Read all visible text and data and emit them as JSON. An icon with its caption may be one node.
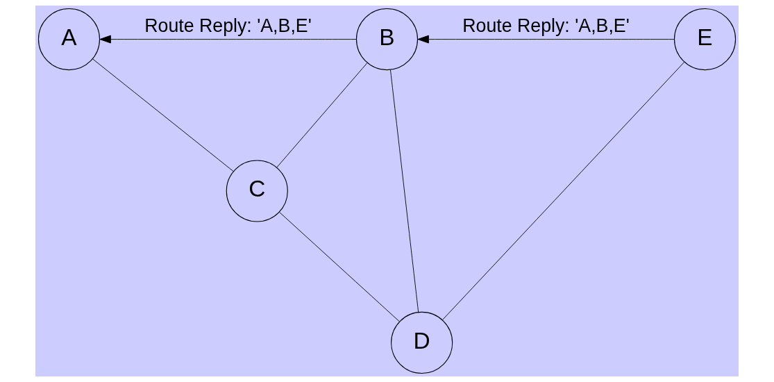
{
  "diagram": {
    "nodes": [
      {
        "text": [
          "A"
        ]
      },
      {
        "text": [
          "B"
        ]
      },
      {
        "text": [
          "C"
        ]
      },
      {
        "text": [
          "D"
        ]
      },
      {
        "text": [
          "E"
        ]
      }
    ],
    "edges": [
      {
        "from": 1,
        "to": 0,
        "arrow": "to",
        "label": "Route Reply: 'A,B,E'"
      },
      {
        "from": 4,
        "to": 1,
        "arrow": "to",
        "label": "Route Reply: 'A,B,E'"
      },
      {
        "from": 0,
        "to": 2,
        "arrow": "none"
      },
      {
        "from": 1,
        "to": 2,
        "arrow": "none"
      },
      {
        "from": 1,
        "to": 3,
        "arrow": "none"
      },
      {
        "from": 2,
        "to": 3,
        "arrow": "none"
      },
      {
        "from": 4,
        "to": 3,
        "arrow": "none"
      }
    ]
  }
}
